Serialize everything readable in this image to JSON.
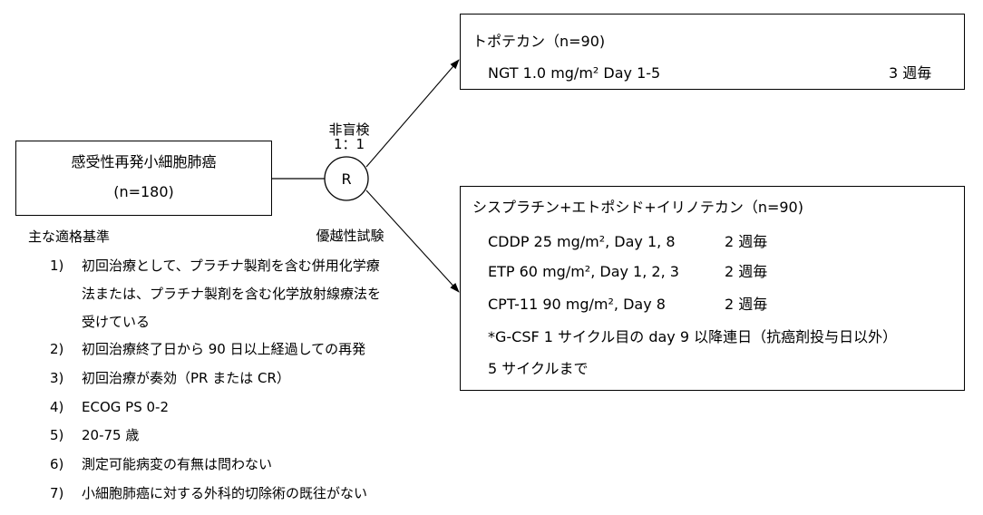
{
  "population": {
    "label": "感受性再発小細胞肺癌",
    "n": "(n=180)"
  },
  "randomization": {
    "blinding": "非盲検",
    "ratio": "1：1",
    "symbol": "R",
    "design": "優越性試験"
  },
  "arms": [
    {
      "title": "トポテカン（n=90)",
      "regimen": [
        {
          "drug": "NGT 1.0 mg/m² Day 1-5",
          "schedule": "3 週毎"
        }
      ]
    },
    {
      "title": "シスプラチン+エトポシド+イリノテカン（n=90)",
      "regimen": [
        {
          "drug": "CDDP 25 mg/m², Day 1, 8",
          "schedule": "2 週毎"
        },
        {
          "drug": "ETP 60 mg/m², Day 1, 2, 3",
          "schedule": "2 週毎"
        },
        {
          "drug": "CPT-11 90 mg/m², Day 8",
          "schedule": "2 週毎"
        }
      ],
      "notes": [
        "*G-CSF 1 サイクル目の day 9 以降連日（抗癌剤投与日以外）",
        "5 サイクルまで"
      ]
    }
  ],
  "eligibility": {
    "heading": "主な適格基準",
    "items": [
      {
        "num": "1)",
        "lines": [
          "初回治療として、プラチナ製剤を含む併用化学療",
          "法または、プラチナ製剤を含む化学放射線療法を",
          "受けている"
        ]
      },
      {
        "num": "2)",
        "lines": [
          "初回治療終了日から 90 日以上経過しての再発"
        ]
      },
      {
        "num": "3)",
        "lines": [
          "初回治療が奏効（PR または CR）"
        ]
      },
      {
        "num": "4)",
        "lines": [
          "ECOG PS 0-2"
        ]
      },
      {
        "num": "5)",
        "lines": [
          "20-75 歳"
        ]
      },
      {
        "num": "6)",
        "lines": [
          "測定可能病変の有無は問わない"
        ]
      },
      {
        "num": "7)",
        "lines": [
          "小細胞肺癌に対する外科的切除術の既往がない"
        ]
      }
    ]
  }
}
